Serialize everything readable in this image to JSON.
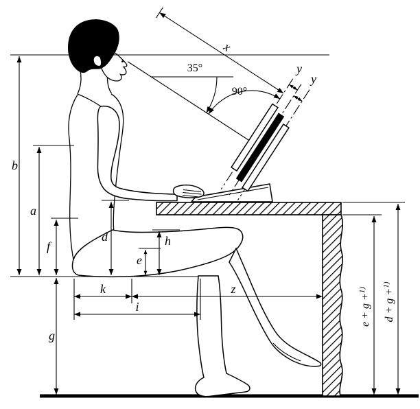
{
  "diagram": {
    "labels": {
      "b": "b",
      "a": "a",
      "f": "f",
      "g": "g",
      "d": "d",
      "e": "e",
      "h": "h",
      "k": "k",
      "i": "i",
      "z": "z",
      "x": "x",
      "y_first": "y",
      "y_second": "y",
      "viewing_angle": "35°",
      "screen_angle": "90°",
      "e_plus_g": "e + g +",
      "e_plus_g_sup": "1)",
      "d_plus_g": "d + g +",
      "d_plus_g_sup": "1)"
    },
    "colors": {
      "ink": "#000000",
      "background": "#ffffff"
    }
  }
}
